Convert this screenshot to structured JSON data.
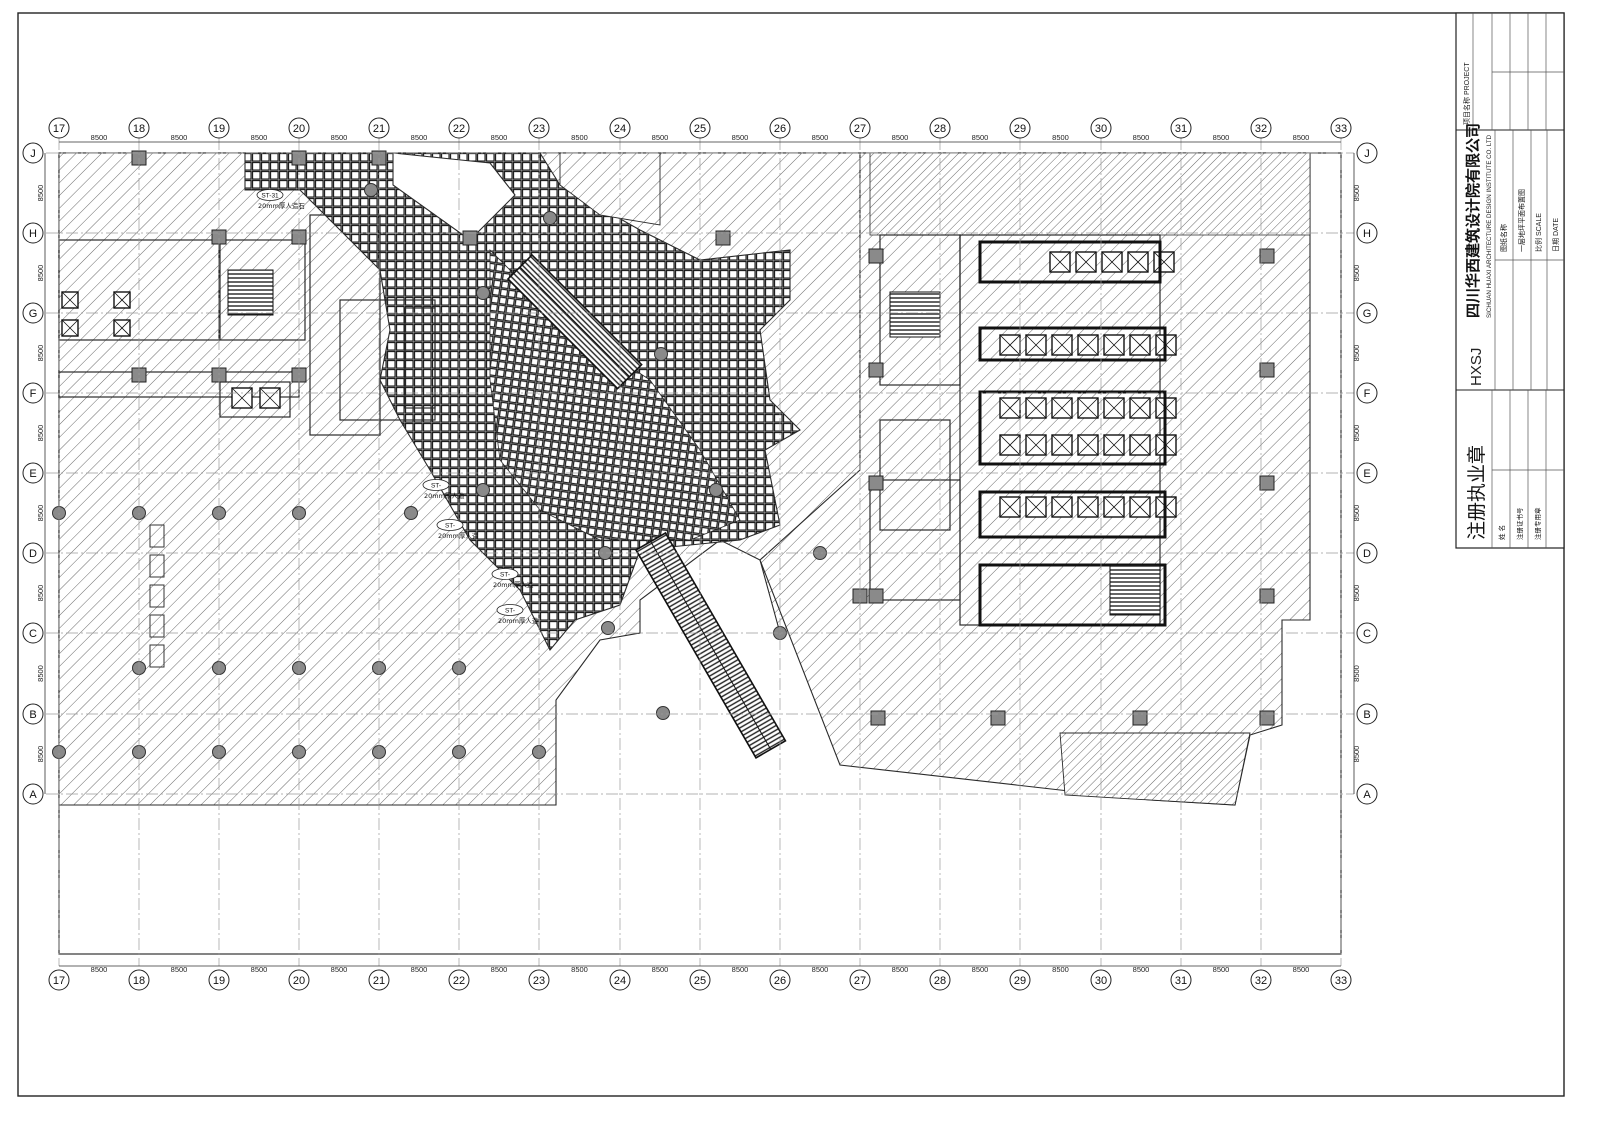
{
  "grid": {
    "columns": [
      "17",
      "18",
      "19",
      "20",
      "21",
      "22",
      "23",
      "24",
      "25",
      "26",
      "27",
      "28",
      "29",
      "30",
      "31",
      "32",
      "33"
    ],
    "rows": [
      "J",
      "H",
      "G",
      "F",
      "E",
      "D",
      "C",
      "B",
      "A"
    ],
    "spacing_label": "8500"
  },
  "annotations": [
    {
      "tag": "ST-31",
      "note": "20mm厚人造石"
    },
    {
      "tag": "ST-",
      "note": "20mm厚人造"
    },
    {
      "tag": "ST-",
      "note": "20mm厚人造"
    },
    {
      "tag": "ST-",
      "note": "20mm厚人造"
    },
    {
      "tag": "ST-",
      "note": "20mm厚人造"
    }
  ],
  "title_block": {
    "logo": "HXSJ",
    "company_cn": "四川华西建筑设计院有限公司",
    "company_en": "SICHUAN HUAXI ARCHITECTURE DESIGN INSTITUTE CO. LTD",
    "seal_title": "注册执业章",
    "seal_rows": [
      "姓 名",
      "注册证书号",
      "注册专用章"
    ],
    "seal_values": [
      "",
      "",
      ""
    ],
    "project_label": "项目名称 PROJECT",
    "drawing_label": "图纸名称",
    "drawing_name": "一层地坪平面布置图",
    "scale_label": "比例 SCALE",
    "date_label": "日期 DATE"
  },
  "colors": {
    "line": "#2a2a2a",
    "hatch": "#555555",
    "grid_line": "#9a9a9a",
    "column_fill": "#8a8a8a",
    "background": "#ffffff"
  }
}
